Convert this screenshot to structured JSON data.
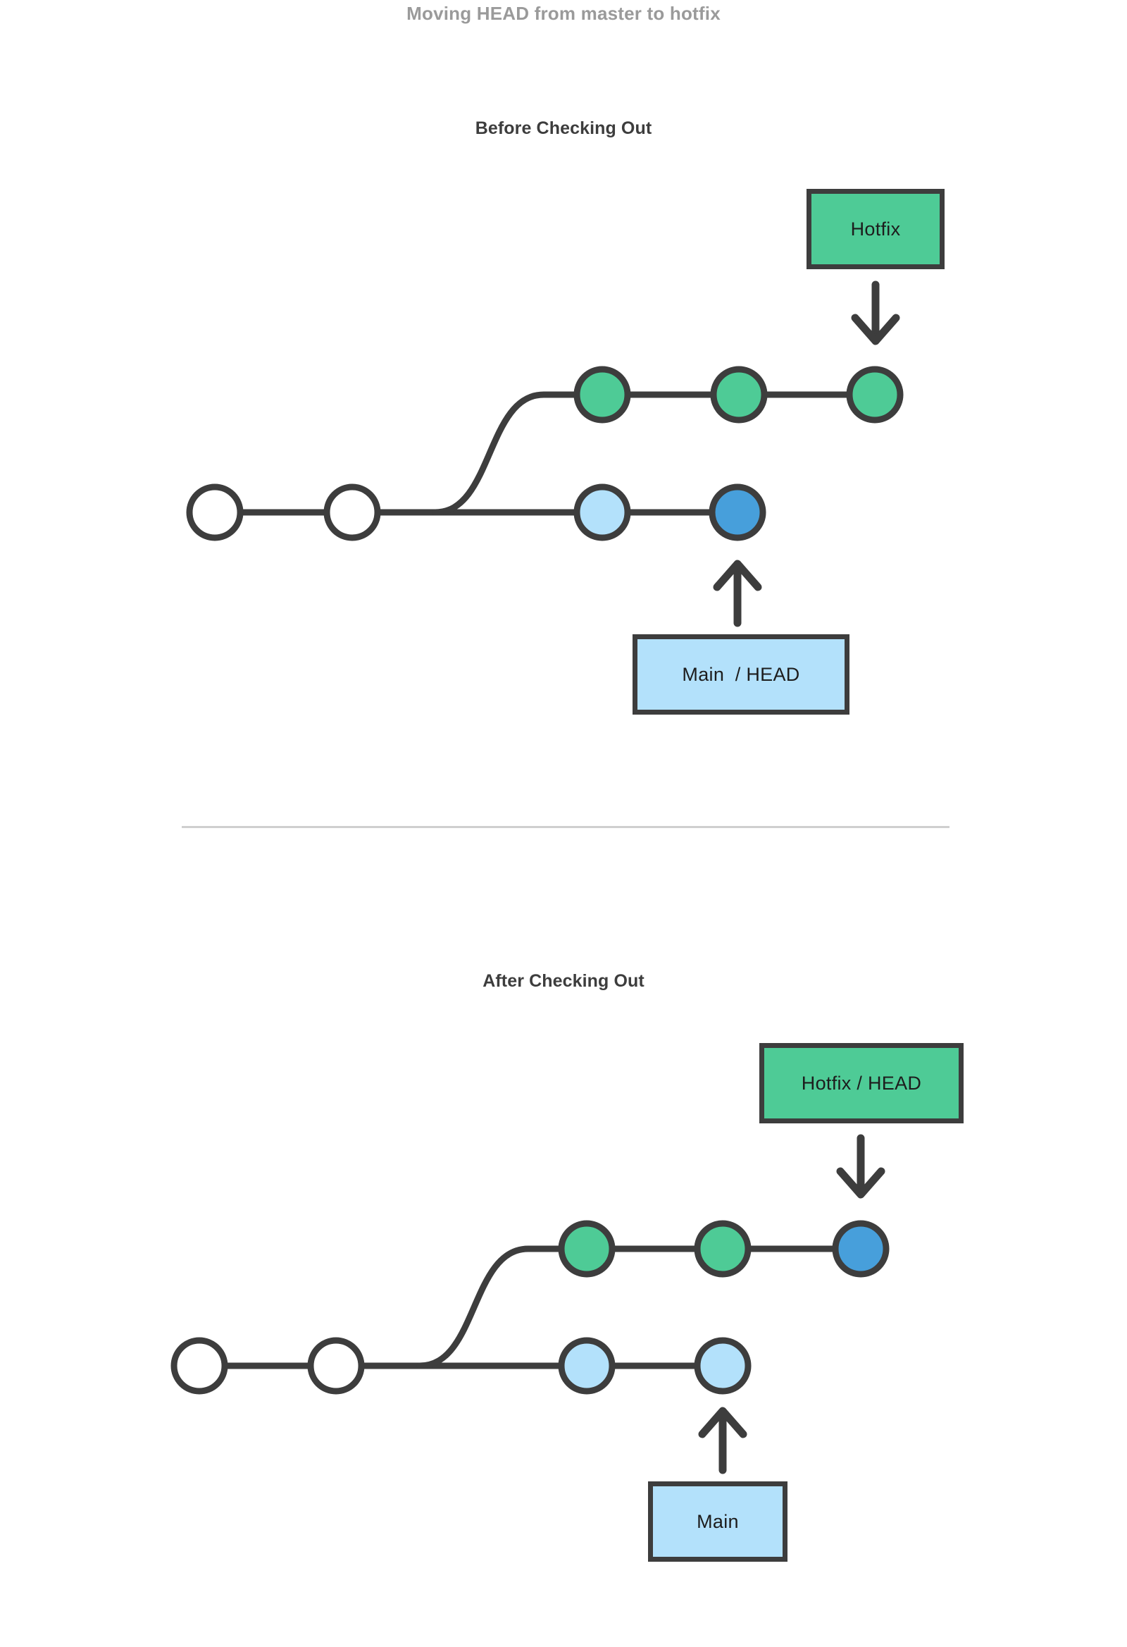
{
  "document": {
    "title": "Moving HEAD from master to hotfix",
    "title_color": "#9a9a9a"
  },
  "palette": {
    "stroke": "#3d3d3d",
    "green": "#4ecb96",
    "light_blue": "#b3e1fb",
    "head_blue": "#479fdb",
    "white": "#ffffff",
    "divider": "#cfcfcf",
    "heading": "#3d3d3d"
  },
  "sections": [
    {
      "id": "before",
      "heading": "Before Checking Out",
      "ref_boxes": [
        {
          "id": "hotfix",
          "label": "Hotfix",
          "color": "green",
          "points_to": "hotfix-commit-3",
          "arrow": "down"
        },
        {
          "id": "main-head",
          "label": "Main  / HEAD",
          "color": "blue",
          "points_to": "main-commit-4",
          "arrow": "up"
        }
      ],
      "branches": [
        {
          "name": "hotfix",
          "row": "top",
          "commits": [
            {
              "id": "hotfix-commit-1",
              "fill": "green"
            },
            {
              "id": "hotfix-commit-2",
              "fill": "green"
            },
            {
              "id": "hotfix-commit-3",
              "fill": "green"
            }
          ]
        },
        {
          "name": "main",
          "row": "bottom",
          "commits": [
            {
              "id": "main-commit-1",
              "fill": "white"
            },
            {
              "id": "main-commit-2",
              "fill": "white"
            },
            {
              "id": "main-commit-3",
              "fill": "light_blue"
            },
            {
              "id": "main-commit-4",
              "fill": "head_blue"
            }
          ]
        }
      ]
    },
    {
      "id": "after",
      "heading": "After Checking Out",
      "ref_boxes": [
        {
          "id": "hotfix-head",
          "label": "Hotfix / HEAD",
          "color": "green",
          "points_to": "hotfix2-commit-3",
          "arrow": "down"
        },
        {
          "id": "main",
          "label": "Main",
          "color": "blue",
          "points_to": "main2-commit-4",
          "arrow": "up"
        }
      ],
      "branches": [
        {
          "name": "hotfix",
          "row": "top",
          "commits": [
            {
              "id": "hotfix2-commit-1",
              "fill": "green"
            },
            {
              "id": "hotfix2-commit-2",
              "fill": "green"
            },
            {
              "id": "hotfix2-commit-3",
              "fill": "head_blue"
            }
          ]
        },
        {
          "name": "main",
          "row": "bottom",
          "commits": [
            {
              "id": "main2-commit-1",
              "fill": "white"
            },
            {
              "id": "main2-commit-2",
              "fill": "white"
            },
            {
              "id": "main2-commit-3",
              "fill": "light_blue"
            },
            {
              "id": "main2-commit-4",
              "fill": "light_blue"
            }
          ]
        }
      ]
    }
  ]
}
